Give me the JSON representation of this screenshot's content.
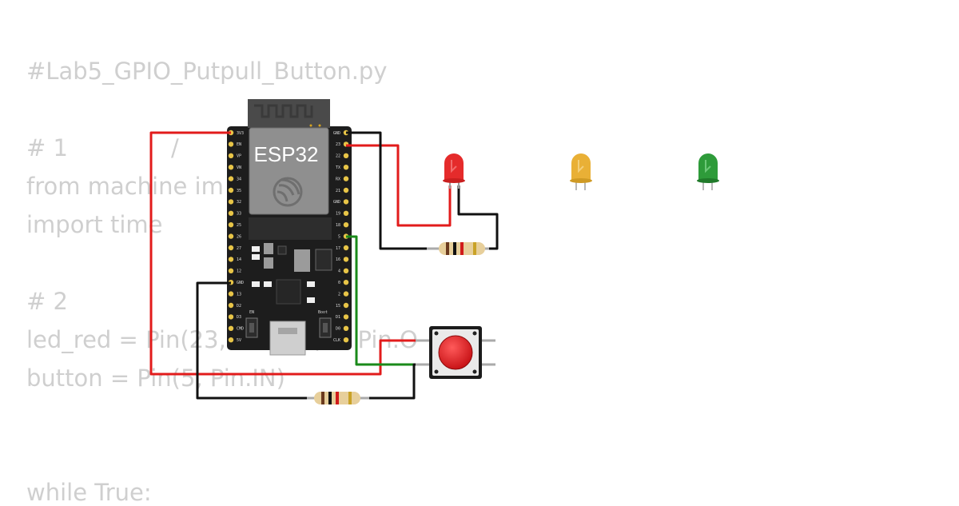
{
  "code_lines": [
    "#Lab5_GPIO_Putpull_Button.py",
    "# 1              /",
    "from machine im",
    "import time",
    "# 2",
    "led_red = Pin(23,            ) # Pin.O",
    "button = Pin(5, Pin.IN)",
    "while True:"
  ],
  "board": {
    "label": "ESP32",
    "left_pins": [
      "3V3",
      "EN",
      "VP",
      "VN",
      "34",
      "35",
      "32",
      "33",
      "25",
      "26",
      "27",
      "14",
      "12",
      "GND",
      "13",
      "D2",
      "D3",
      "CMD",
      "5V"
    ],
    "right_pins": [
      "GND",
      "23",
      "22",
      "TX",
      "RX",
      "21",
      "GND",
      "19",
      "18",
      "5",
      "17",
      "16",
      "4",
      "0",
      "2",
      "15",
      "D1",
      "D0",
      "CLK"
    ],
    "en_label": "EN",
    "boot_label": "Boot"
  },
  "leds": [
    {
      "id": "led-red",
      "color": "#e52b2b",
      "lit": true
    },
    {
      "id": "led-yellow",
      "color": "#e9b036",
      "lit": false
    },
    {
      "id": "led-green",
      "color": "#2e9b3a",
      "lit": false
    }
  ],
  "colors": {
    "wire_red": "#e21b1b",
    "wire_black": "#111111",
    "wire_green": "#1a8a1a",
    "board": "#1d1d1d",
    "button_cap": "#e0171b"
  }
}
